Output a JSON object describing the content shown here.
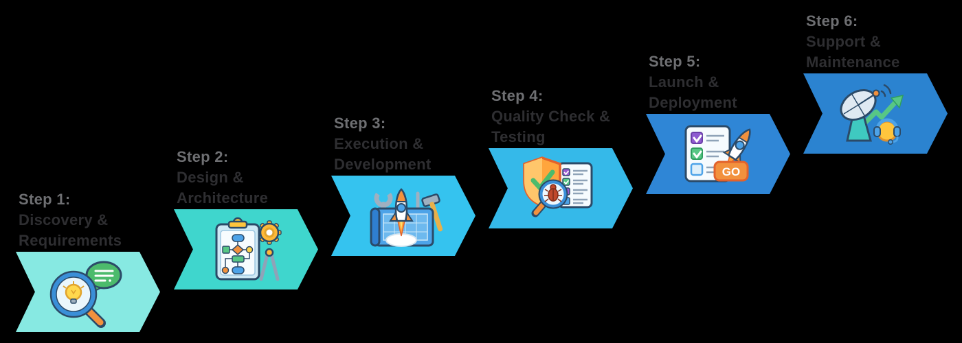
{
  "colors": {
    "background": "#000000",
    "step_label": "#6E6F72",
    "title": "#2E2E31"
  },
  "steps": [
    {
      "step_label": "Step 1:",
      "title_lines": [
        "Discovery &",
        "Requirements"
      ],
      "arrow_color": "#87E9E2",
      "icon": "magnifier-lightbulb-speech-icon"
    },
    {
      "step_label": "Step 2:",
      "title_lines": [
        "Design &",
        "Architecture"
      ],
      "arrow_color": "#3FD6CD",
      "icon": "clipboard-flowchart-gear-compass-icon"
    },
    {
      "step_label": "Step 3:",
      "title_lines": [
        "Execution &",
        "Development"
      ],
      "arrow_color": "#35C3EF",
      "icon": "blueprint-rocket-tools-icon"
    },
    {
      "step_label": "Step 4:",
      "title_lines": [
        "Quality Check &",
        "Testing"
      ],
      "arrow_color": "#35B9E9",
      "icon": "shield-bug-magnifier-checklist-icon"
    },
    {
      "step_label": "Step 5:",
      "title_lines": [
        "Launch &",
        "Deployment"
      ],
      "arrow_color": "#2F86D6",
      "icon": "checklist-rocket-go-icon",
      "go_label": "GO"
    },
    {
      "step_label": "Step 6:",
      "title_lines": [
        "Support &",
        "Maintenance"
      ],
      "arrow_color": "#2B83D0",
      "icon": "satellite-growth-headset-icon"
    }
  ]
}
